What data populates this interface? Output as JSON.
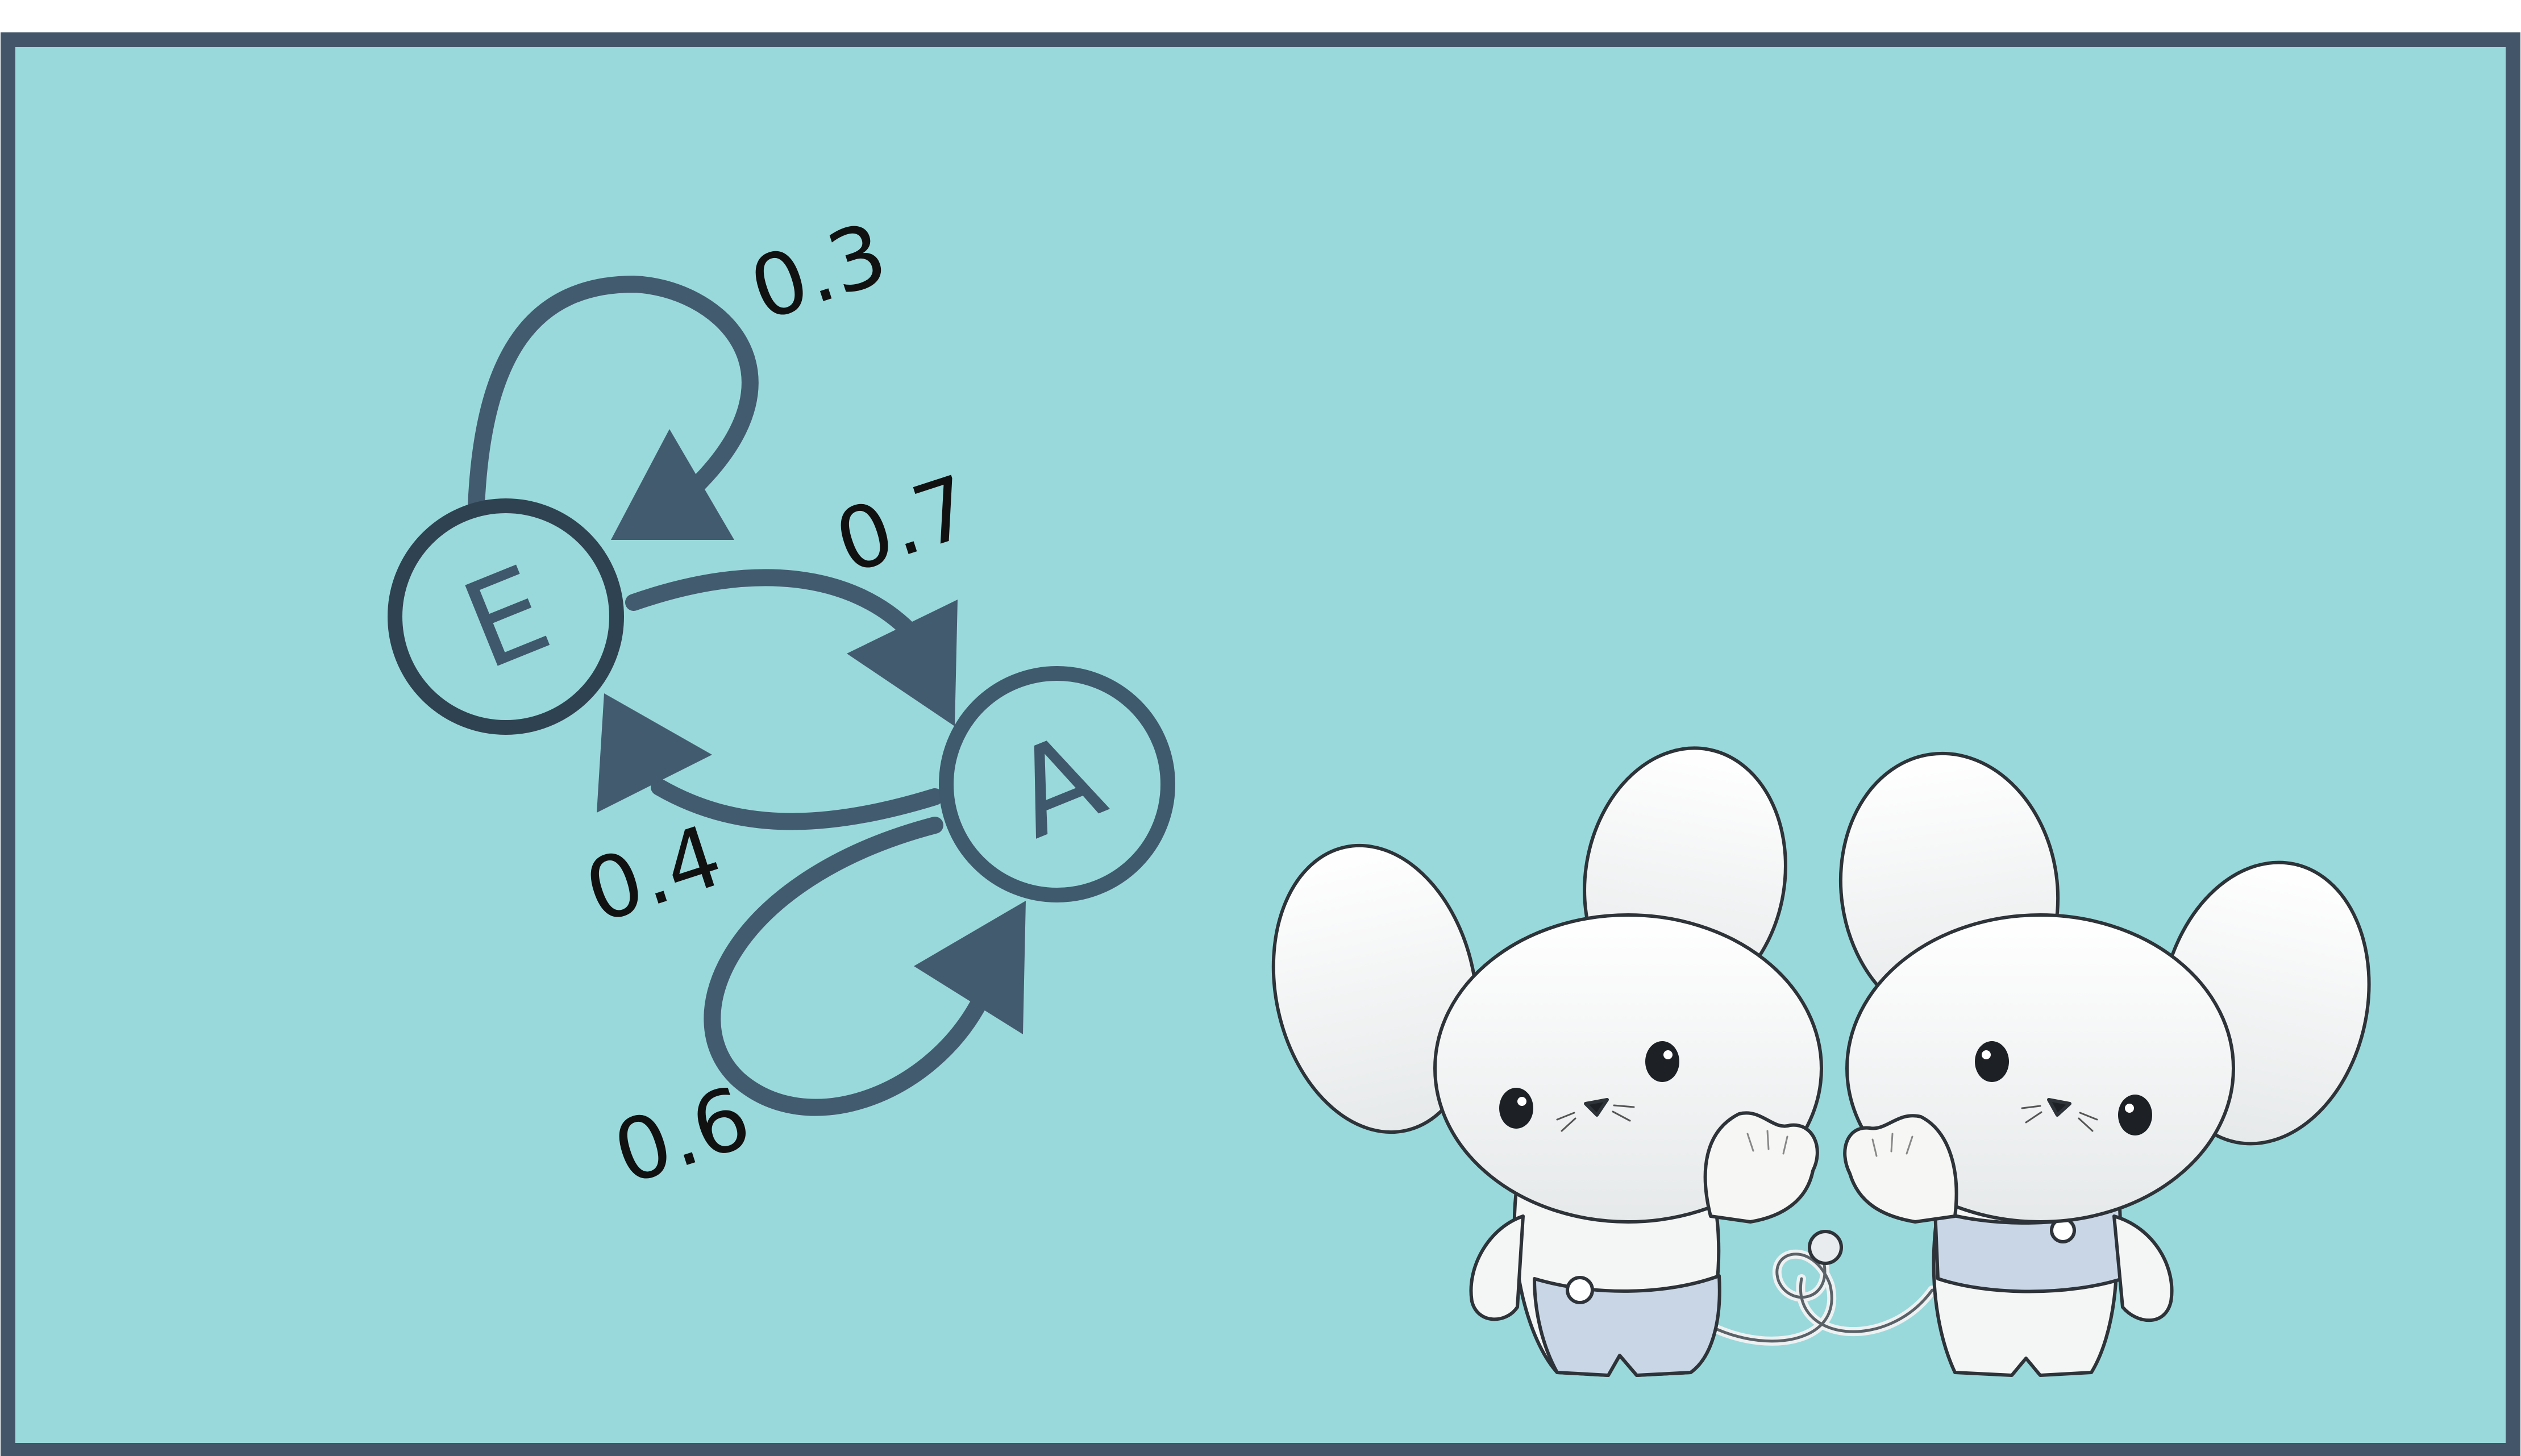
{
  "colors": {
    "background": "#9ad9db",
    "frame": "#435669",
    "edge": "#435b6f",
    "node_stroke": "#2f4252",
    "mouse_fill": "#f6f6f4",
    "mouse_outline": "#2d3338",
    "shorts": "#c9d6e6"
  },
  "diagram": {
    "nodes": [
      {
        "id": "E",
        "label": "E"
      },
      {
        "id": "A",
        "label": "A"
      }
    ],
    "edges": [
      {
        "from": "E",
        "to": "E",
        "label": "0.3"
      },
      {
        "from": "E",
        "to": "A",
        "label": "0.7"
      },
      {
        "from": "A",
        "to": "E",
        "label": "0.4"
      },
      {
        "from": "A",
        "to": "A",
        "label": "0.6"
      }
    ]
  },
  "illustration": {
    "subject": "two cartoon white mice",
    "icon": "mouse-pair-illustration"
  }
}
